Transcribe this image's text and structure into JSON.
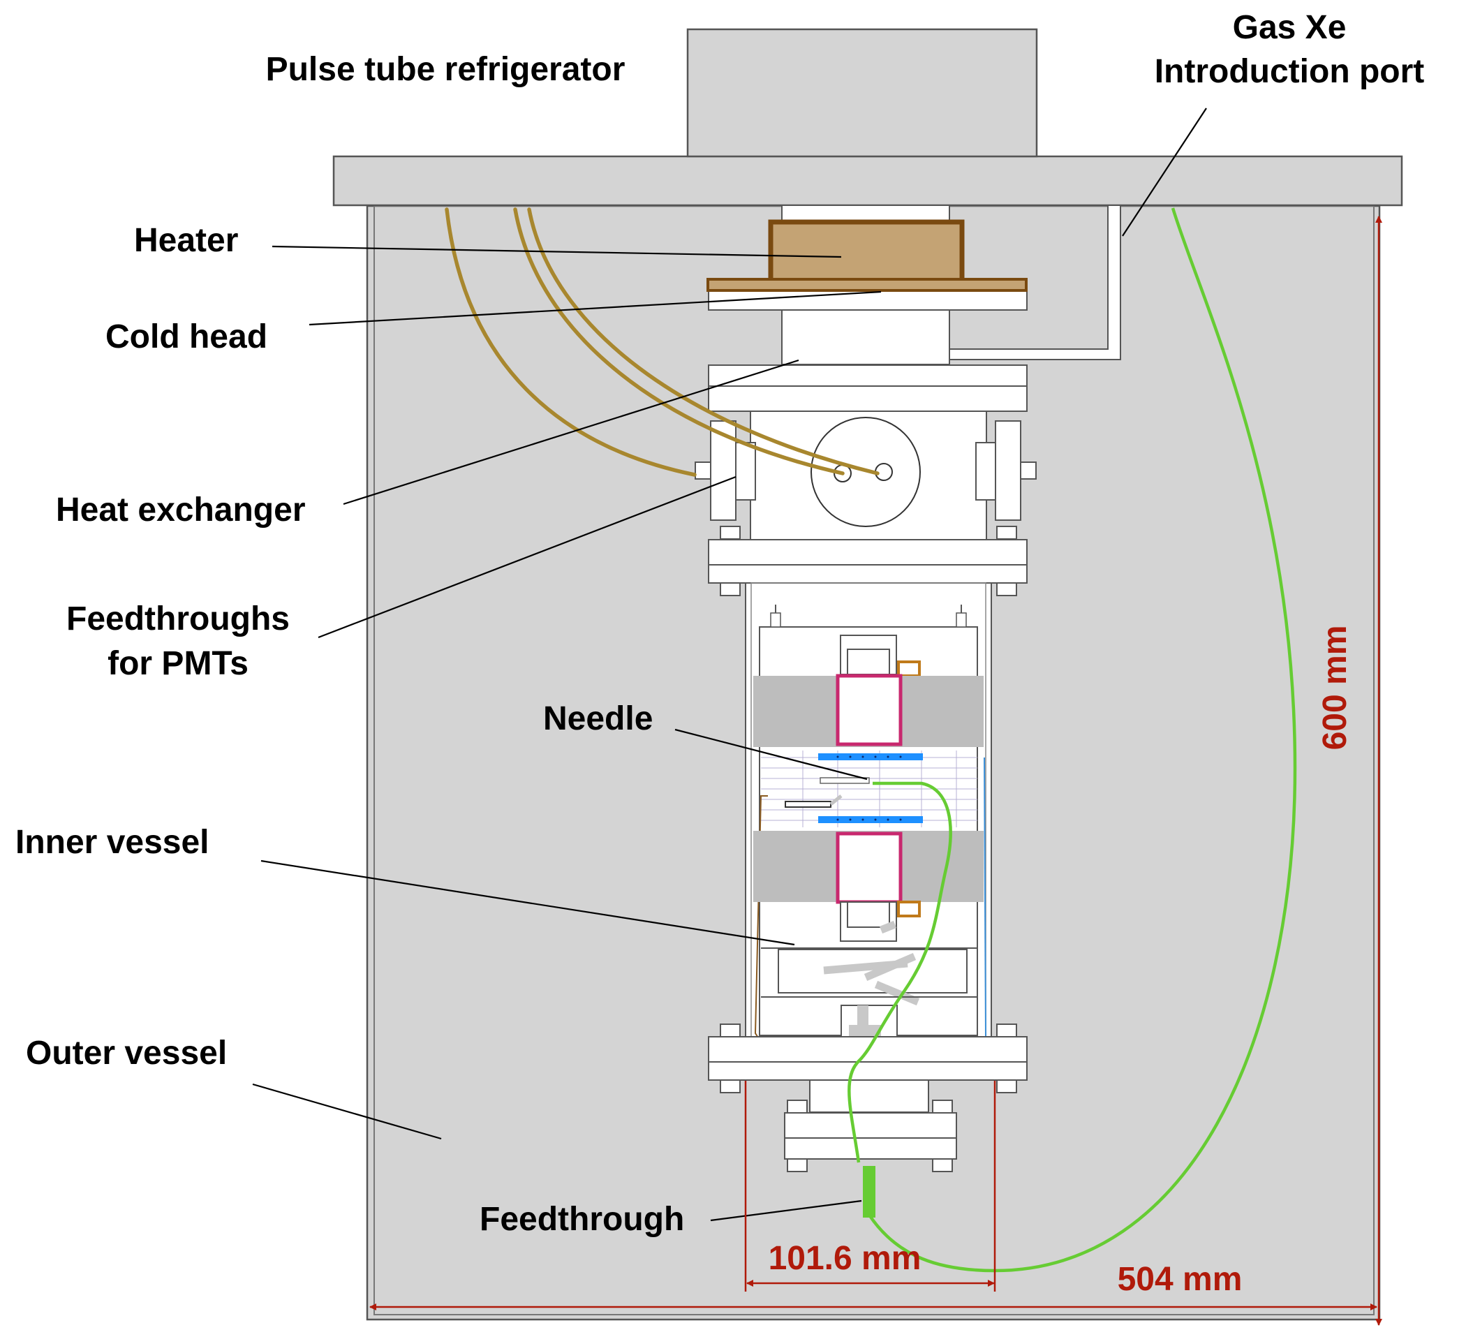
{
  "labels": {
    "pulse_tube": "Pulse tube refrigerator",
    "gas_xe_line1": "Gas Xe",
    "gas_xe_line2": "Introduction port",
    "heater": "Heater",
    "cold_head": "Cold head",
    "heat_exchanger": "Heat exchanger",
    "feedthroughs_line1": "Feedthroughs",
    "feedthroughs_line2": "for PMTs",
    "needle": "Needle",
    "inner_vessel": "Inner vessel",
    "outer_vessel": "Outer vessel",
    "feedthrough": "Feedthrough"
  },
  "dimensions": {
    "height": "600 mm",
    "width": "504 mm",
    "flange": "101.6 mm"
  },
  "colors": {
    "vessel_fill": "#d4d4d4",
    "outline": "#555555",
    "dimension": "#b01a0a",
    "cable_green": "#66cc33",
    "tube_gold": "#a8872e",
    "heater_fill": "#c4a374",
    "heater_edge": "#7a4a10",
    "pmt_magenta": "#c8286e",
    "electrode_blue": "#1e90ff",
    "pmt_block_gray": "#bdbdbd"
  }
}
